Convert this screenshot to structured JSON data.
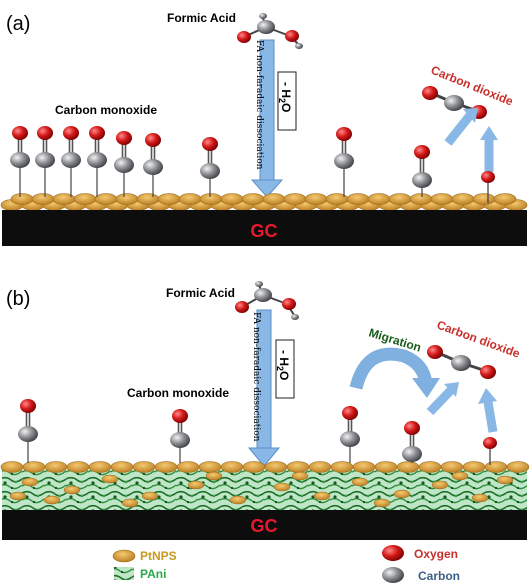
{
  "panel_a": {
    "label": "(a)",
    "formic_acid": "Formic Acid",
    "carbon_monoxide": "Carbon monoxide",
    "carbon_dioxide": "Carbon dioxide",
    "dissociation": "FA non-faradaic dissociation",
    "water_loss": "- H2O",
    "electrode": "GC"
  },
  "panel_b": {
    "label": "(b)",
    "formic_acid": "Formic Acid",
    "carbon_monoxide": "Carbon monoxide",
    "carbon_dioxide": "Carbon dioxide",
    "migration": "Migration",
    "dissociation": "FA non-faradaic dissociation",
    "water_loss": "- H2O",
    "electrode": "GC"
  },
  "legend": {
    "ptnps": "PtNPS",
    "pani": "PAni",
    "oxygen": "Oxygen",
    "carbon": "Carbon"
  },
  "colors": {
    "electrode": "#0d0d0d",
    "gc_text": "#e8192c",
    "nanoparticle": "#e2a646",
    "pani": "#2e8b3a",
    "arrow": "#8ab8e6",
    "oxygen": "#d41a1a",
    "carbon": "#8e9094",
    "co2_label": "#c9302c",
    "legend_ptnps": "#c99a1f",
    "legend_pani": "#2aa84a",
    "legend_carbon": "#3b5f86"
  }
}
